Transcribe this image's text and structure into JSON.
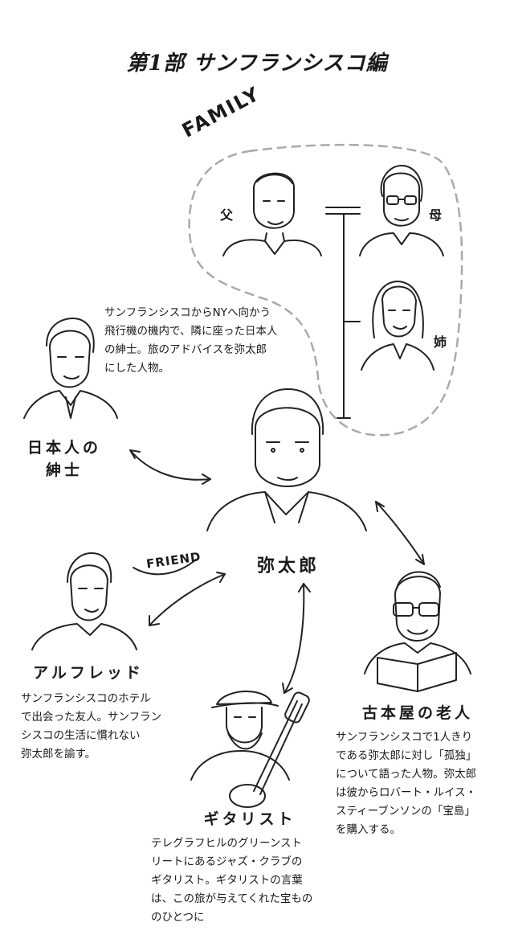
{
  "title": "第1部 サンフランシスコ編",
  "family_label": "FAMILY",
  "friend_label": "FRIEND",
  "family": {
    "father": "父",
    "mother": "母",
    "sister": "姉"
  },
  "protagonist": {
    "name": "弥太郎"
  },
  "gentleman": {
    "name_line1": "日本人の",
    "name_line2": "紳士",
    "desc": "サンフランシスコからNYへ向かう\n飛行機の機内で、隣に座った日本人\nの紳士。旅のアドバイスを弥太郎\nにした人物。"
  },
  "alfred": {
    "name": "アルフレッド",
    "desc": "サンフランシスコのホテル\nで出会った友人。サンフラン\nシスコの生活に慣れない\n弥太郎を諭す。"
  },
  "guitarist": {
    "name": "ギタリスト",
    "desc": "テレグラフヒルのグリーンスト\nリートにあるジャズ・クラブの\nギタリスト。ギタリストの言葉\nは、この旅が与えてくれた宝もの\nのひとつに"
  },
  "old_man": {
    "name": "古本屋の老人",
    "desc": "サンフランシスコで1人きり\nである弥太郎に対し「孤独」\nについて語った人物。弥太郎\nは彼からロバート・ルイス・\nスティーブンソンの「宝島」\nを購入する。"
  }
}
